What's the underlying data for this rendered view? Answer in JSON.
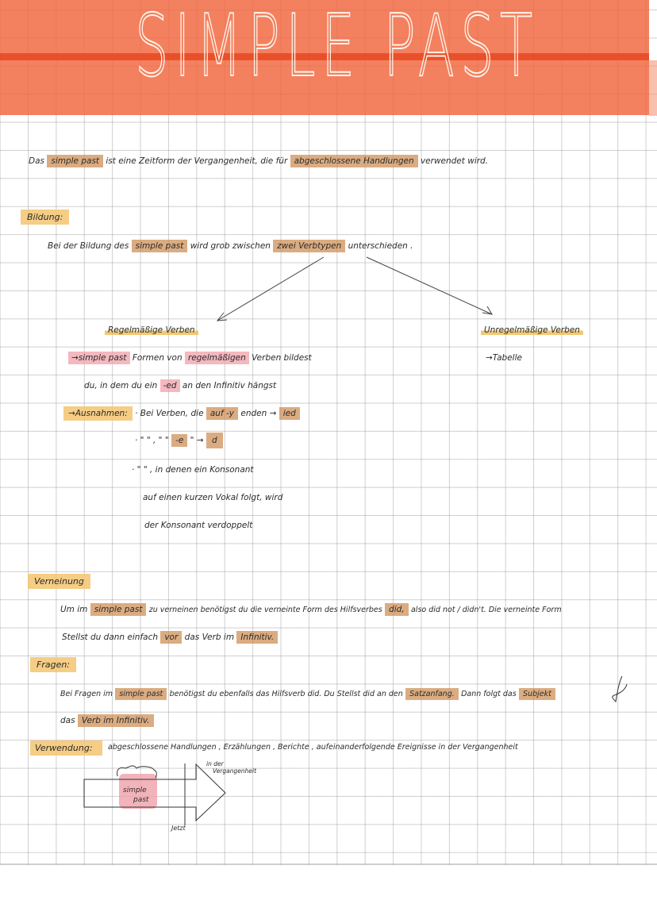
{
  "page": {
    "title": "SIMPLE PAST",
    "colors": {
      "banner": "#f0643c",
      "stripe": "#e84a25",
      "highlight_brown": "#cd8c50",
      "highlight_yellow": "#f4c46e",
      "highlight_pink": "#f0a0aa"
    }
  },
  "intro": {
    "t1": "Das",
    "h1": "simple past",
    "t2": "ist eine  Zeitform  der Vergangenheit, die für",
    "h2": "abgeschlossene  Handlungen",
    "t3": "verwendet  wird."
  },
  "bildung": {
    "heading": "Bildung:",
    "t1": "Bei der  Bildung des",
    "h1": "simple past",
    "t2": "wird grob zwischen",
    "h2": "zwei Verbtypen",
    "t3": "unterschieden .",
    "regular": {
      "heading": "Regelmäßige Verben",
      "line1_h1": "simple past",
      "line1_t1": "Formen von",
      "line1_h2": "regelmäßigen",
      "line1_t2": "Verben  bildest",
      "line2_t1": "du,  in dem du  ein",
      "line2_h1": "-ed",
      "line2_t2": "an den  Infinitiv  hängst",
      "exceptions_label": "Ausnahmen:",
      "ex1_t1": "· Bei  Verben,  die",
      "ex1_h1": "auf -y",
      "ex1_t2": "enden →",
      "ex1_h2": "ied",
      "ex2_t1": "·   \"    \"  ,   \"     \"",
      "ex2_h1": "-e",
      "ex2_t2": "\"   →",
      "ex2_h2": "d",
      "ex3": "·  \"  \" , in  denen  ein  Konsonant",
      "ex4": "auf  einen  kurzen  Vokal  folgt,  wird",
      "ex5": "der  Konsonant  verdoppelt"
    },
    "irregular": {
      "heading": "Unregelmäßige  Verben",
      "item": "→Tabelle"
    }
  },
  "verneinung": {
    "heading": "Verneinung",
    "l1_t1": "Um  im",
    "l1_h1": "simple past",
    "l1_t2": "zu verneinen  benötigst  du die verneinte  Form des Hilfsverbes",
    "l1_h2": "did,",
    "l1_t3": "also did not / didn't.  Die  verneinte  Form",
    "l2_t1": "Stellst du  dann  einfach",
    "l2_h1": "vor",
    "l2_t2": "das  Verb  im",
    "l2_h2": "Infinitiv."
  },
  "fragen": {
    "heading": "Fragen:",
    "l1_t1": "Bei  Fragen  im",
    "l1_h1": "simple past",
    "l1_t2": "benötigst du  ebenfalls  das  Hilfsverb  did.  Du Stellst  did  an  den",
    "l1_h2": "Satzanfang.",
    "l1_t3": "Dann  folgt das",
    "l1_h3": "Subjekt",
    "l2_t1": "das",
    "l2_h1": "Verb  im  Infinitiv."
  },
  "verwendung": {
    "heading": "Verwendung:",
    "text": "abgeschlossene  Handlungen ,  Erzählungen ,  Berichte  ,  aufeinanderfolgende  Ereignisse   in der   Vergangenheit"
  },
  "timeline": {
    "box_label_1": "simple",
    "box_label_2": "past",
    "arrow_label_1": "in der",
    "arrow_label_2": "Vergangenheit",
    "now_label": "Jetzt"
  }
}
